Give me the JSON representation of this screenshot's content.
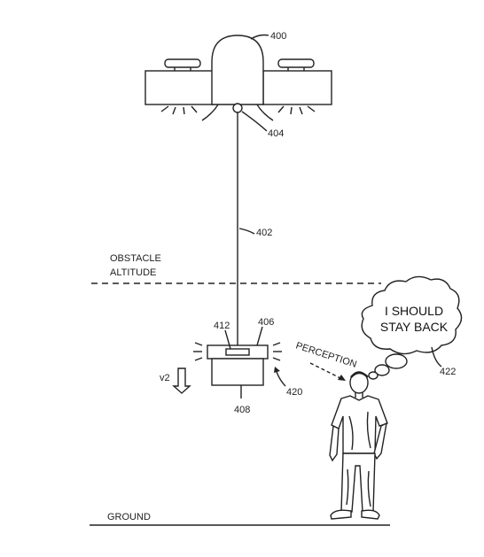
{
  "labels": {
    "obstacle_line1": "OBSTACLE",
    "obstacle_line2": "ALTITUDE",
    "ground": "GROUND",
    "perception": "PERCEPTION",
    "velocity": "v2"
  },
  "thought": {
    "line1": "I SHOULD",
    "line2": "STAY BACK"
  },
  "refs": {
    "uav": "400",
    "tether": "402",
    "winch": "404",
    "payload_top": "406",
    "payload": "408",
    "light": "412",
    "emitter": "420",
    "thought_bubble": "422"
  }
}
